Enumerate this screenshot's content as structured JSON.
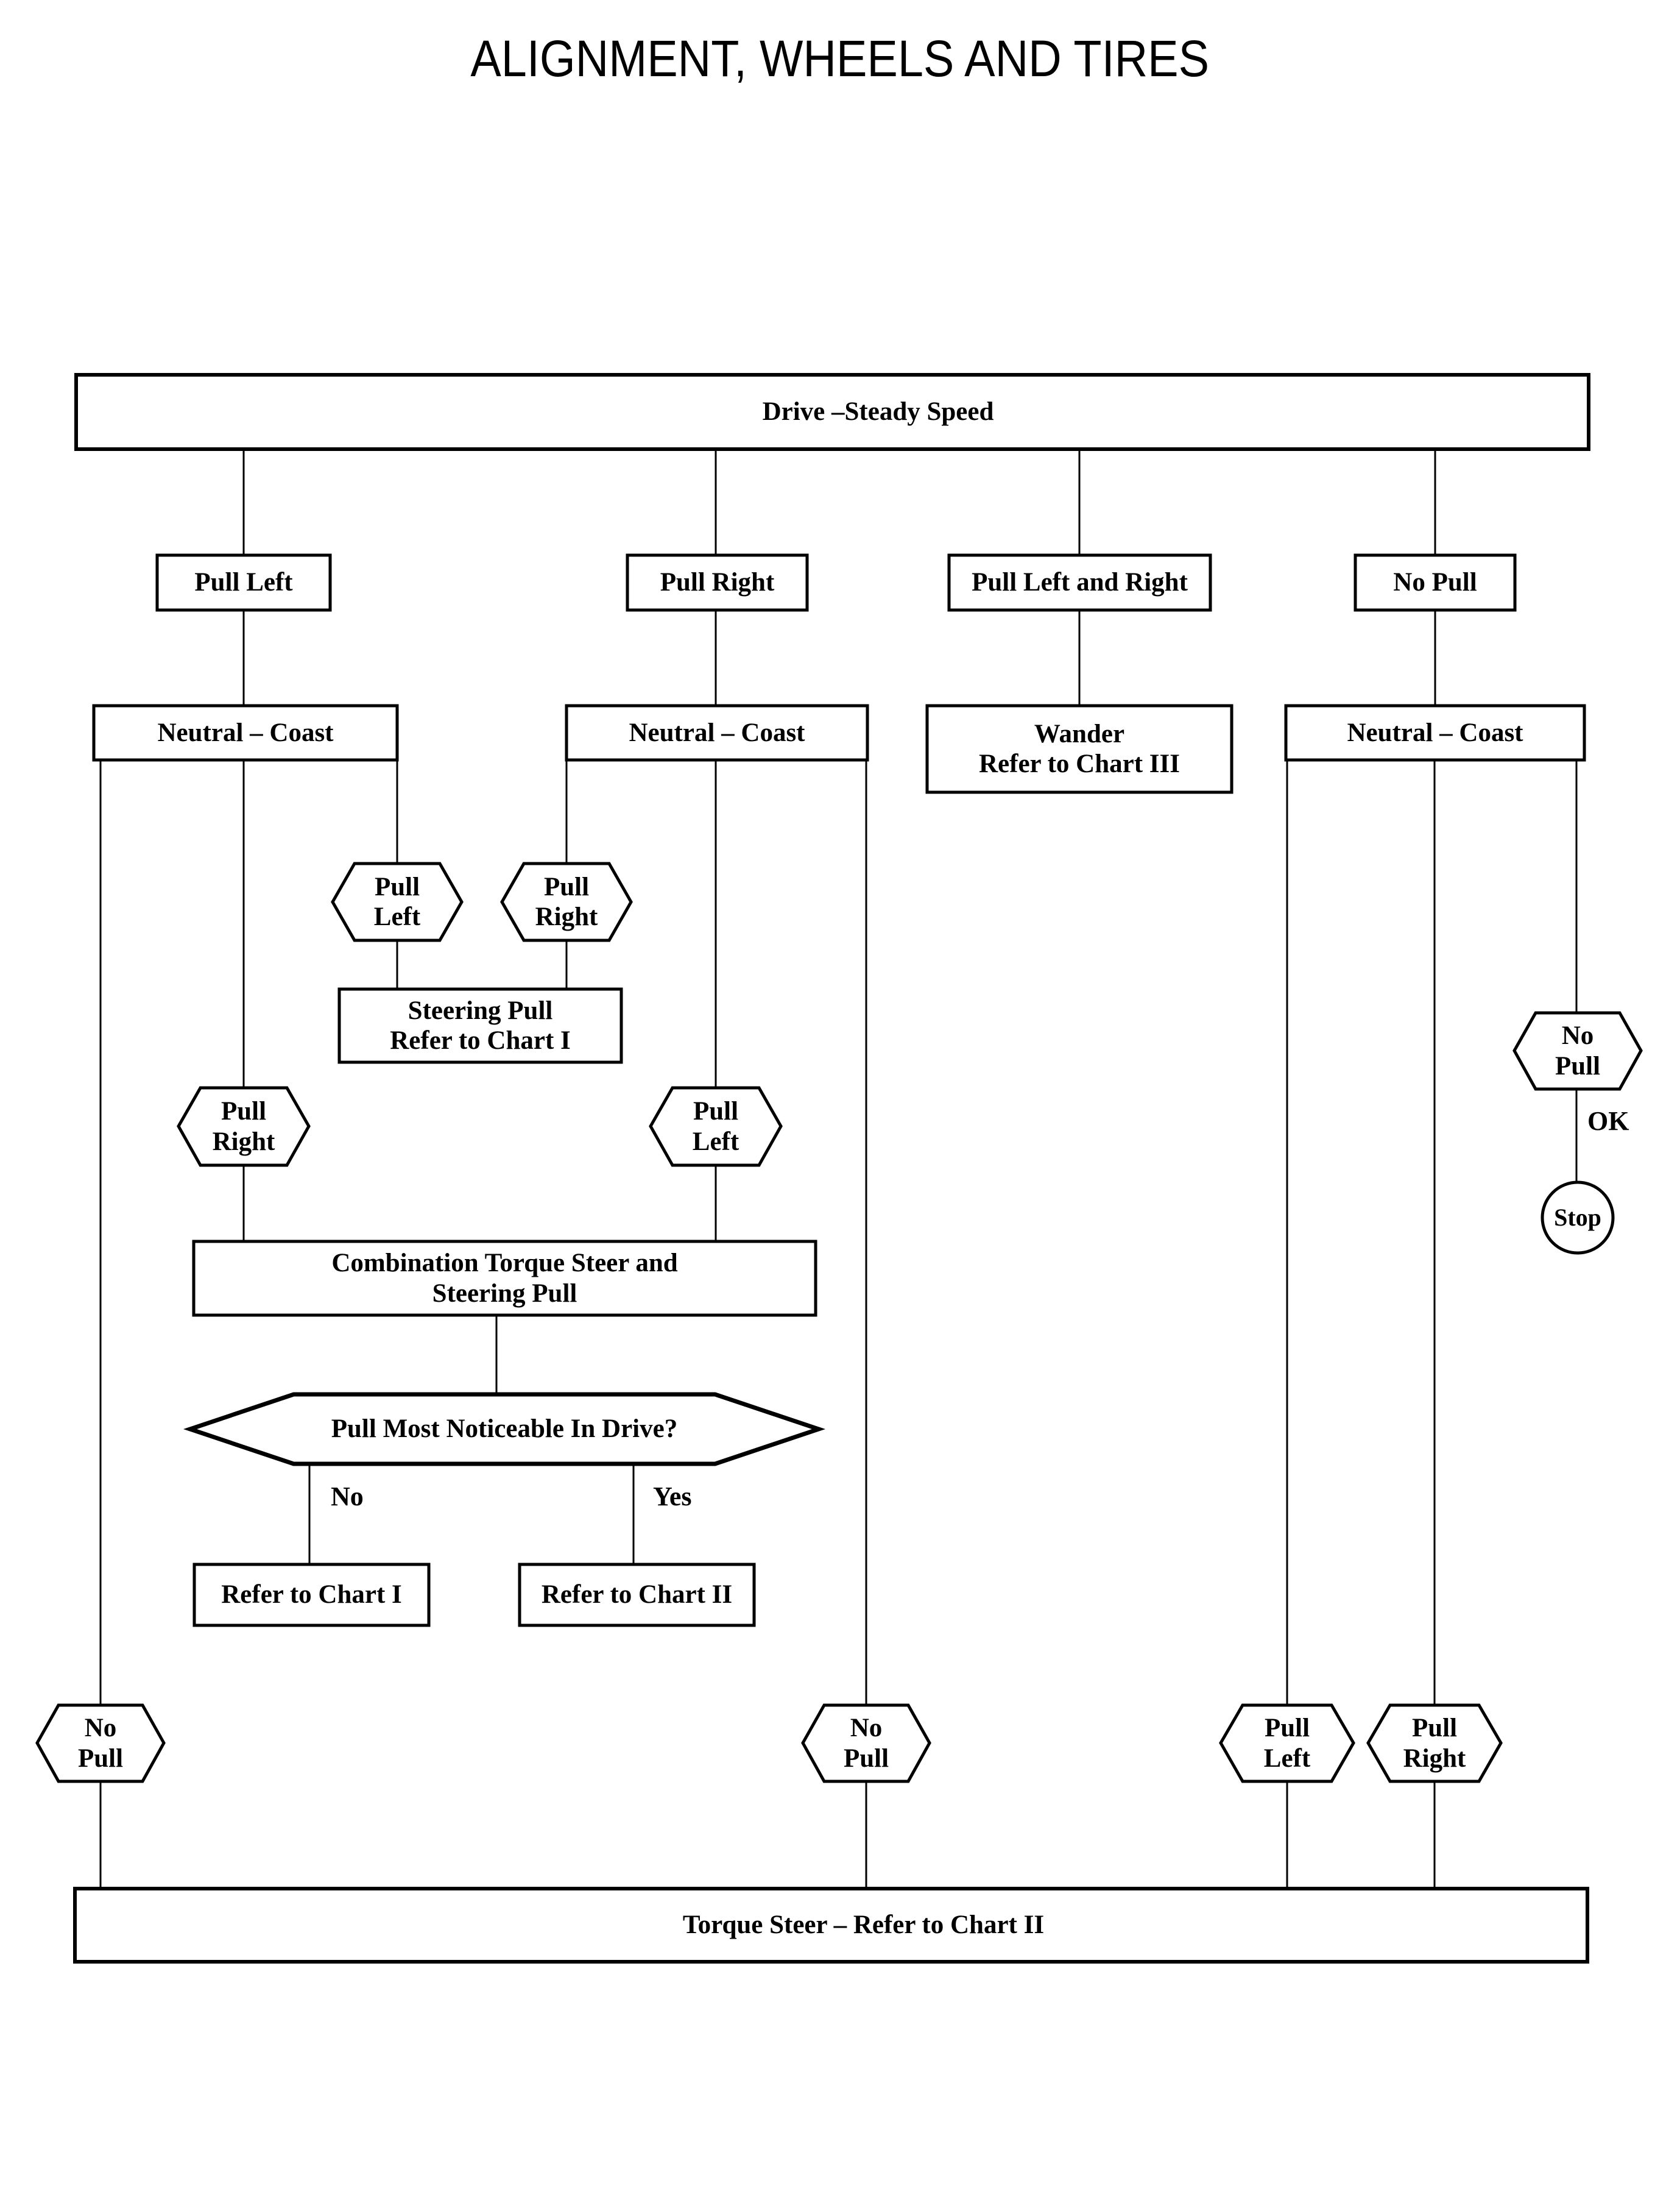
{
  "title": "ALIGNMENT, WHEELS AND TIRES",
  "colors": {
    "ink": "#000000",
    "paper": "#ffffff"
  },
  "nodes": {
    "drive": {
      "label": "Drive –Steady Speed"
    },
    "pull_left": {
      "label": "Pull Left"
    },
    "pull_right": {
      "label": "Pull Right"
    },
    "pull_left_and_right": {
      "label": "Pull Left and Right"
    },
    "no_pull": {
      "label": "No Pull"
    },
    "neutral_coast_left": {
      "label": "Neutral – Coast"
    },
    "neutral_coast_center": {
      "label": "Neutral – Coast"
    },
    "wander": {
      "line1": "Wander",
      "line2": "Refer to Chart III"
    },
    "neutral_coast_right": {
      "label": "Neutral – Coast"
    },
    "hex_pull_left_upper": {
      "line1": "Pull",
      "line2": "Left"
    },
    "hex_pull_right_upper": {
      "line1": "Pull",
      "line2": "Right"
    },
    "steering_pull": {
      "line1": "Steering Pull",
      "line2": "Refer to Chart I"
    },
    "hex_pull_right_mid": {
      "line1": "Pull",
      "line2": "Right"
    },
    "hex_pull_left_mid": {
      "line1": "Pull",
      "line2": "Left"
    },
    "combination": {
      "line1": "Combination Torque Steer and",
      "line2": "Steering Pull"
    },
    "decision": {
      "label": "Pull Most Noticeable In Drive?"
    },
    "branch_no": {
      "label": "No"
    },
    "branch_yes": {
      "label": "Yes"
    },
    "refer_chart_1": {
      "label": "Refer to Chart I"
    },
    "refer_chart_2": {
      "label": "Refer to Chart II"
    },
    "hex_no_pull_right": {
      "line1": "No",
      "line2": "Pull"
    },
    "ok": {
      "label": "OK"
    },
    "stop": {
      "label": "Stop"
    },
    "hex_no_pull_bottom_left": {
      "line1": "No",
      "line2": "Pull"
    },
    "hex_no_pull_bottom_center": {
      "line1": "No",
      "line2": "Pull"
    },
    "hex_pull_left_bottom": {
      "line1": "Pull",
      "line2": "Left"
    },
    "hex_pull_right_bottom": {
      "line1": "Pull",
      "line2": "Right"
    },
    "torque_steer": {
      "label": "Torque Steer – Refer to Chart II"
    }
  }
}
